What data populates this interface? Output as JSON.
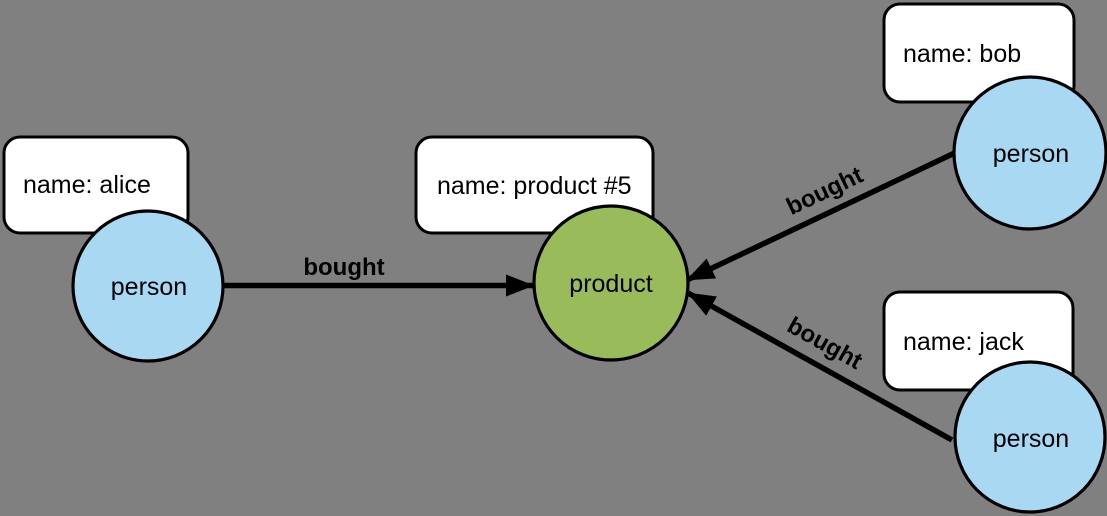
{
  "canvas": {
    "bg": "#808080"
  },
  "styles": {
    "person_fill": "#A9D8F3",
    "product_fill": "#9ABB5A",
    "node_stroke": "#000000",
    "box_fill": "#FFFFFF",
    "box_stroke": "#000000",
    "edge_color": "#000000",
    "text_color": "#000000"
  },
  "nodes": {
    "alice": {
      "label": "person",
      "property": "name: alice"
    },
    "product": {
      "label": "product",
      "property": "name: product #5"
    },
    "bob": {
      "label": "person",
      "property": "name: bob"
    },
    "jack": {
      "label": "person",
      "property": "name: jack"
    }
  },
  "edges": {
    "alice_product": {
      "label": "bought",
      "from": "alice",
      "to": "product"
    },
    "bob_product": {
      "label": "bought",
      "from": "bob",
      "to": "product"
    },
    "jack_product": {
      "label": "bought",
      "from": "jack",
      "to": "product"
    }
  }
}
